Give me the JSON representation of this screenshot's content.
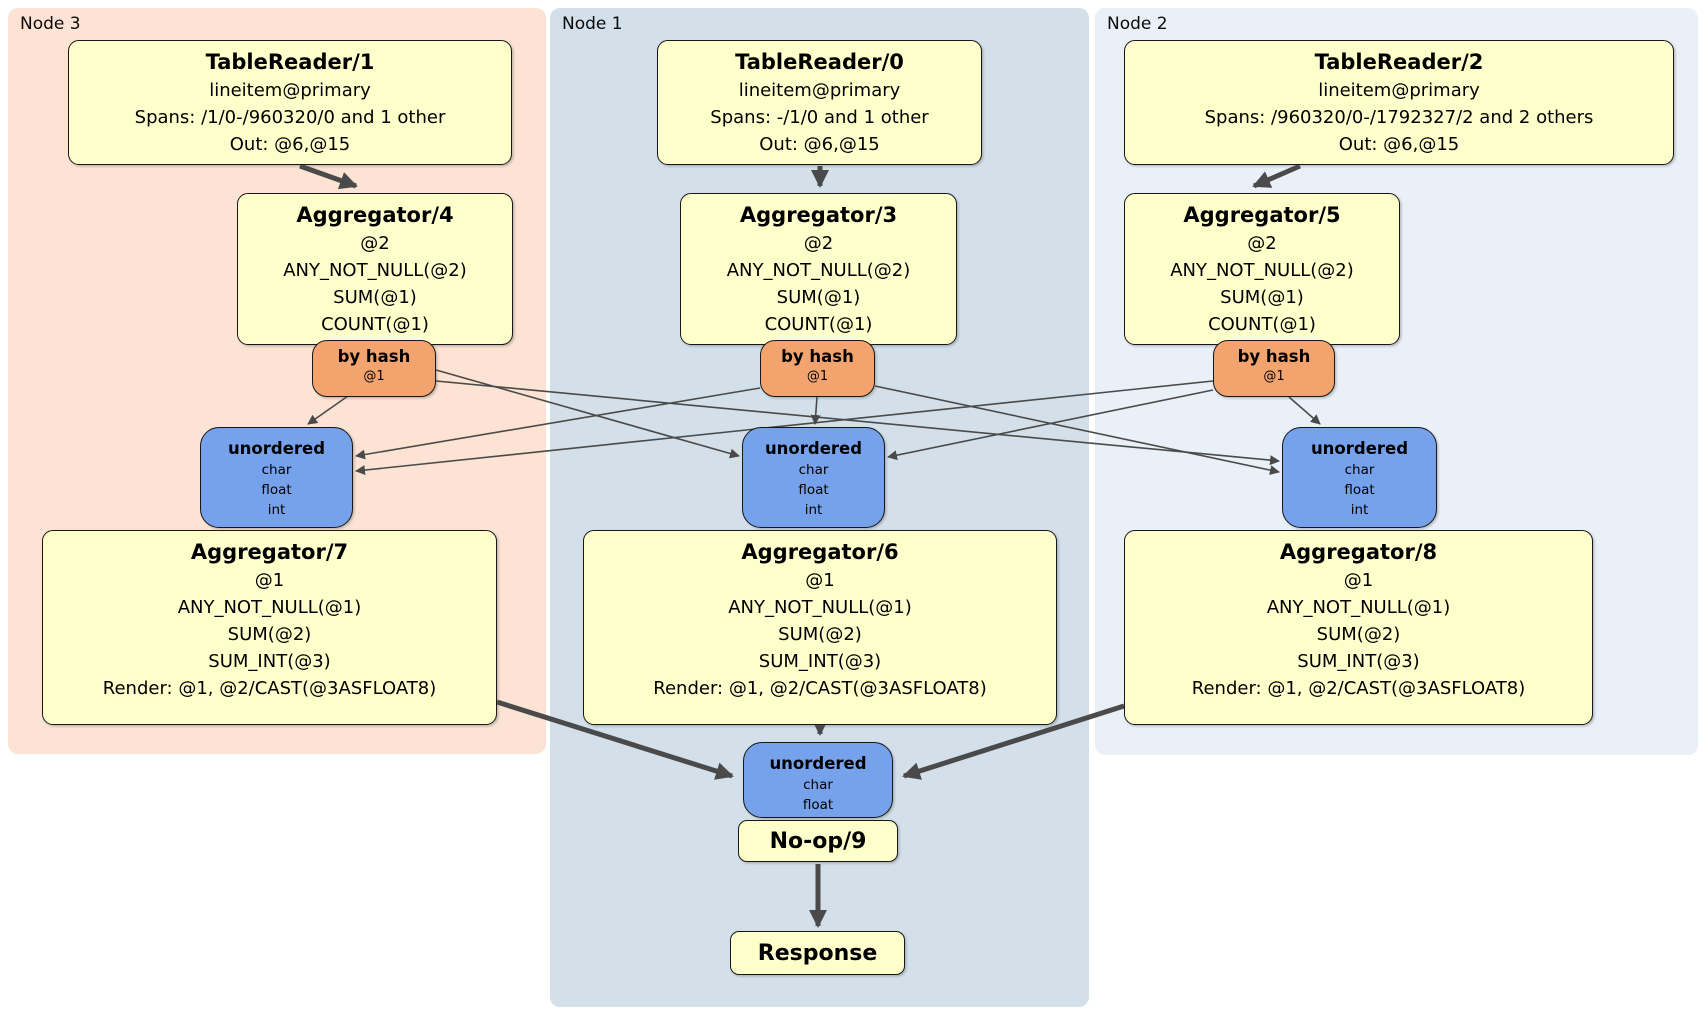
{
  "panels": [
    {
      "label": "Node 3"
    },
    {
      "label": "Node 1"
    },
    {
      "label": "Node 2"
    }
  ],
  "boxes": {
    "tr1": {
      "title": "TableReader/1",
      "lines": [
        "lineitem@primary",
        "Spans: /1/0-/960320/0 and 1 other",
        "Out: @6,@15"
      ]
    },
    "tr0": {
      "title": "TableReader/0",
      "lines": [
        "lineitem@primary",
        "Spans: -/1/0 and 1 other",
        "Out: @6,@15"
      ]
    },
    "tr2": {
      "title": "TableReader/2",
      "lines": [
        "lineitem@primary",
        "Spans: /960320/0-/1792327/2 and 2 others",
        "Out: @6,@15"
      ]
    },
    "ag4": {
      "title": "Aggregator/4",
      "lines": [
        "@2",
        "ANY_NOT_NULL(@2)",
        "SUM(@1)",
        "COUNT(@1)"
      ]
    },
    "ag3": {
      "title": "Aggregator/3",
      "lines": [
        "@2",
        "ANY_NOT_NULL(@2)",
        "SUM(@1)",
        "COUNT(@1)"
      ]
    },
    "ag5": {
      "title": "Aggregator/5",
      "lines": [
        "@2",
        "ANY_NOT_NULL(@2)",
        "SUM(@1)",
        "COUNT(@1)"
      ]
    },
    "ag7": {
      "title": "Aggregator/7",
      "lines": [
        "@1",
        "ANY_NOT_NULL(@1)",
        "SUM(@2)",
        "SUM_INT(@3)",
        "Render: @1, @2/CAST(@3ASFLOAT8)"
      ]
    },
    "ag6": {
      "title": "Aggregator/6",
      "lines": [
        "@1",
        "ANY_NOT_NULL(@1)",
        "SUM(@2)",
        "SUM_INT(@3)",
        "Render: @1, @2/CAST(@3ASFLOAT8)"
      ]
    },
    "ag8": {
      "title": "Aggregator/8",
      "lines": [
        "@1",
        "ANY_NOT_NULL(@1)",
        "SUM(@2)",
        "SUM_INT(@3)",
        "Render: @1, @2/CAST(@3ASFLOAT8)"
      ]
    },
    "noop": {
      "title": "No-op/9"
    },
    "resp": {
      "title": "Response"
    }
  },
  "router": {
    "title": "by hash",
    "detail": "@1"
  },
  "syncs": {
    "full": {
      "title": "unordered",
      "items": [
        "char",
        "float",
        "int"
      ]
    },
    "final": {
      "title": "unordered",
      "items": [
        "char",
        "float"
      ]
    }
  },
  "colors": {
    "panel_node3": "#fce3d3",
    "panel_node1": "#d3e0ea",
    "panel_node2": "#eaf0f8",
    "processor_fill": "#ffffcc",
    "router_fill": "#f3a46e",
    "sync_fill": "#76a1eb",
    "edge": "#4a4a4a",
    "border": "#171717"
  }
}
